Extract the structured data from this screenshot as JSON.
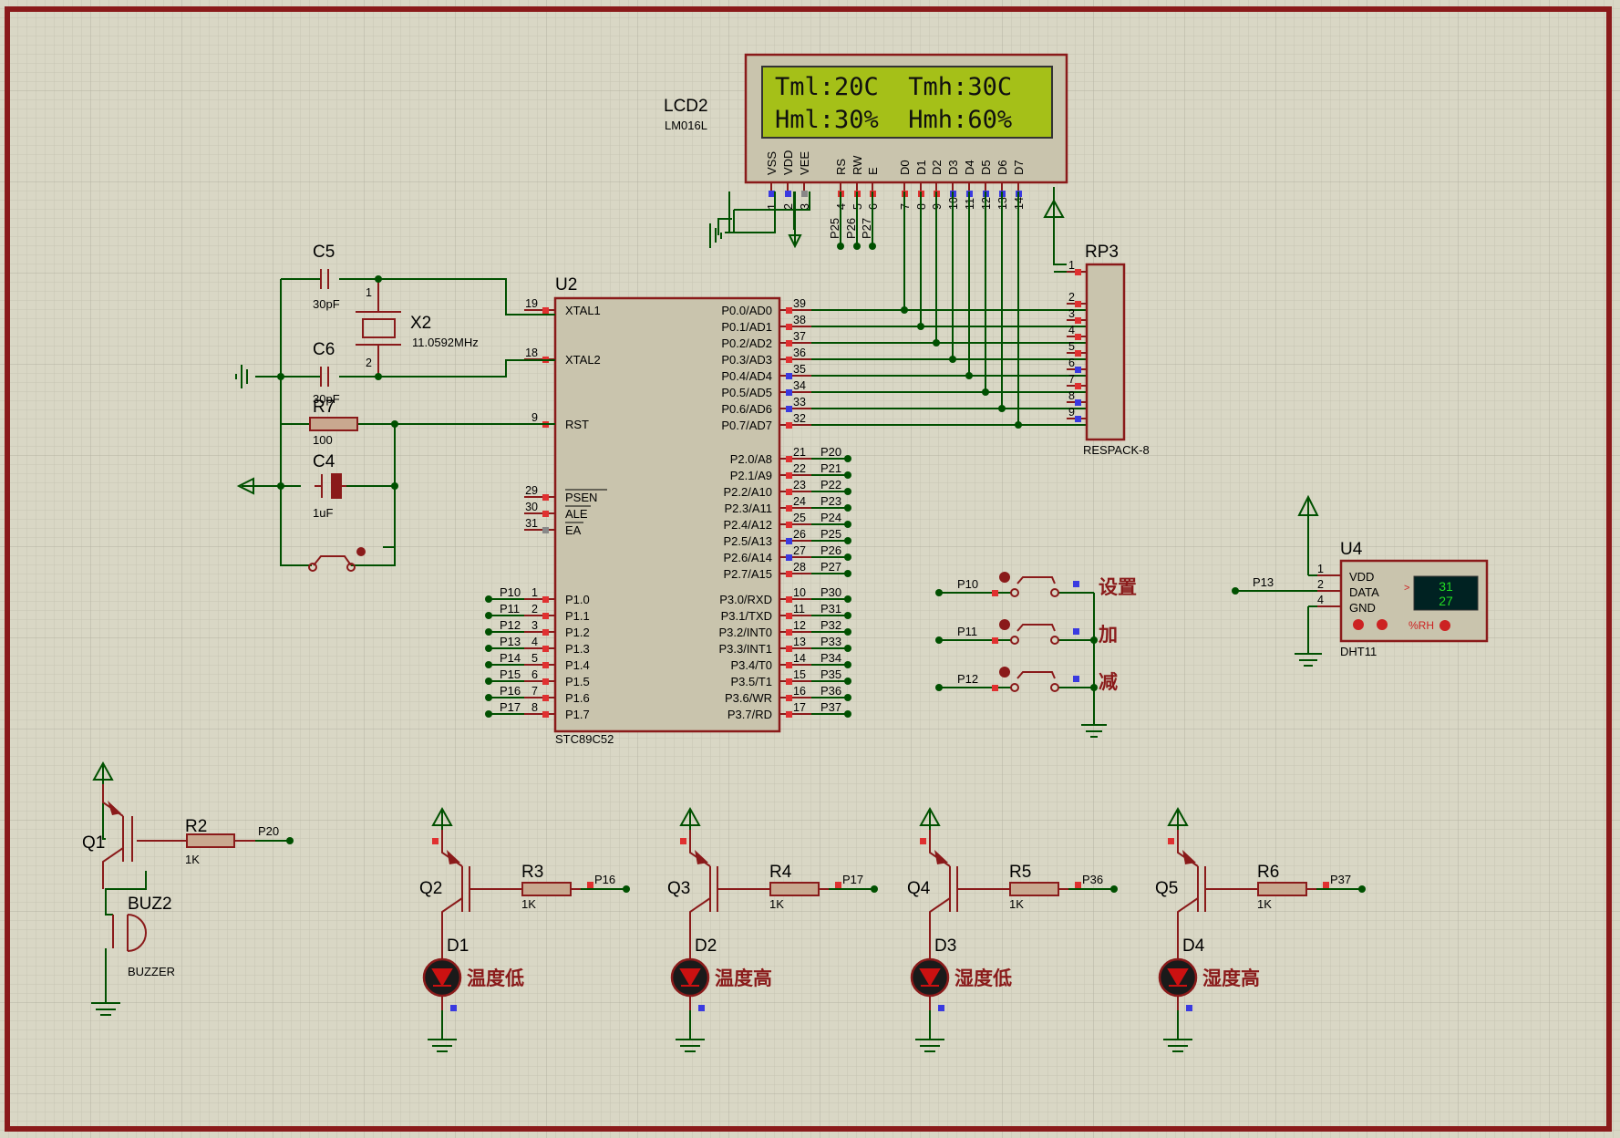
{
  "lcd": {
    "ref": "LCD2",
    "part": "LM016L",
    "line1": "Tml:20C  Tmh:30C",
    "line2": "Hml:30%  Hmh:60%",
    "pins": [
      "VSS",
      "VDD",
      "VEE",
      "RS",
      "RW",
      "E",
      "D0",
      "D1",
      "D2",
      "D3",
      "D4",
      "D5",
      "D6",
      "D7"
    ],
    "pinnums": [
      "1",
      "2",
      "3",
      "4",
      "5",
      "6",
      "7",
      "8",
      "9",
      "10",
      "11",
      "12",
      "13",
      "14"
    ],
    "nets": [
      "P25",
      "P26",
      "P27"
    ]
  },
  "mcu": {
    "ref": "U2",
    "part": "STC89C52",
    "left": [
      {
        "n": "19",
        "l": "XTAL1"
      },
      {
        "n": "18",
        "l": "XTAL2"
      },
      {
        "n": "9",
        "l": "RST"
      },
      {
        "n": "29",
        "l": "PSEN"
      },
      {
        "n": "30",
        "l": "ALE"
      },
      {
        "n": "31",
        "l": "EA"
      },
      {
        "n": "1",
        "l": "P1.0",
        "net": "P10"
      },
      {
        "n": "2",
        "l": "P1.1",
        "net": "P11"
      },
      {
        "n": "3",
        "l": "P1.2",
        "net": "P12"
      },
      {
        "n": "4",
        "l": "P1.3",
        "net": "P13"
      },
      {
        "n": "5",
        "l": "P1.4",
        "net": "P14"
      },
      {
        "n": "6",
        "l": "P1.5",
        "net": "P15"
      },
      {
        "n": "7",
        "l": "P1.6",
        "net": "P16"
      },
      {
        "n": "8",
        "l": "P1.7",
        "net": "P17"
      }
    ],
    "p0": [
      {
        "n": "39",
        "l": "P0.0/AD0"
      },
      {
        "n": "38",
        "l": "P0.1/AD1"
      },
      {
        "n": "37",
        "l": "P0.2/AD2"
      },
      {
        "n": "36",
        "l": "P0.3/AD3"
      },
      {
        "n": "35",
        "l": "P0.4/AD4"
      },
      {
        "n": "34",
        "l": "P0.5/AD5"
      },
      {
        "n": "33",
        "l": "P0.6/AD6"
      },
      {
        "n": "32",
        "l": "P0.7/AD7"
      }
    ],
    "p2": [
      {
        "n": "21",
        "l": "P2.0/A8",
        "net": "P20"
      },
      {
        "n": "22",
        "l": "P2.1/A9",
        "net": "P21"
      },
      {
        "n": "23",
        "l": "P2.2/A10",
        "net": "P22"
      },
      {
        "n": "24",
        "l": "P2.3/A11",
        "net": "P23"
      },
      {
        "n": "25",
        "l": "P2.4/A12",
        "net": "P24"
      },
      {
        "n": "26",
        "l": "P2.5/A13",
        "net": "P25"
      },
      {
        "n": "27",
        "l": "P2.6/A14",
        "net": "P26"
      },
      {
        "n": "28",
        "l": "P2.7/A15",
        "net": "P27"
      }
    ],
    "p3": [
      {
        "n": "10",
        "l": "P3.0/RXD",
        "net": "P30"
      },
      {
        "n": "11",
        "l": "P3.1/TXD",
        "net": "P31"
      },
      {
        "n": "12",
        "l": "P3.2/INT0",
        "net": "P32"
      },
      {
        "n": "13",
        "l": "P3.3/INT1",
        "net": "P33"
      },
      {
        "n": "14",
        "l": "P3.4/T0",
        "net": "P34"
      },
      {
        "n": "15",
        "l": "P3.5/T1",
        "net": "P35"
      },
      {
        "n": "16",
        "l": "P3.6/WR",
        "net": "P36"
      },
      {
        "n": "17",
        "l": "P3.7/RD",
        "net": "P37"
      }
    ]
  },
  "rp3": {
    "ref": "RP3",
    "part": "RESPACK-8",
    "pins": [
      "1",
      "2",
      "3",
      "4",
      "5",
      "6",
      "7",
      "8",
      "9"
    ]
  },
  "crystal": {
    "ref": "X2",
    "value": "11.0592MHz",
    "pins": [
      "1",
      "2"
    ]
  },
  "c5": {
    "ref": "C5",
    "value": "30pF"
  },
  "c6": {
    "ref": "C6",
    "value": "30pF"
  },
  "r7": {
    "ref": "R7",
    "value": "100"
  },
  "c4": {
    "ref": "C4",
    "value": "1uF"
  },
  "buttons": [
    {
      "net": "P10",
      "label": "设置"
    },
    {
      "net": "P11",
      "label": "加"
    },
    {
      "net": "P12",
      "label": "减"
    }
  ],
  "dht": {
    "ref": "U4",
    "part": "DHT11",
    "net": "P13",
    "pins": [
      "1",
      "2",
      "4"
    ],
    "pinlabels": [
      "VDD",
      "DATA",
      "GND"
    ],
    "reading1": "31",
    "reading2": "27",
    "unit": "%RH"
  },
  "buzzer": {
    "q": "Q1",
    "r": "R2",
    "rval": "1K",
    "net": "P20",
    "ref": "BUZ2",
    "part": "BUZZER"
  },
  "drivers": [
    {
      "q": "Q2",
      "r": "R3",
      "rval": "1K",
      "net": "P16",
      "d": "D1",
      "label": "温度低"
    },
    {
      "q": "Q3",
      "r": "R4",
      "rval": "1K",
      "net": "P17",
      "d": "D2",
      "label": "温度高"
    },
    {
      "q": "Q4",
      "r": "R5",
      "rval": "1K",
      "net": "P36",
      "d": "D3",
      "label": "湿度低"
    },
    {
      "q": "Q5",
      "r": "R6",
      "rval": "1K",
      "net": "P37",
      "d": "D4",
      "label": "湿度高"
    }
  ],
  "colors": {
    "wire": "#005000",
    "component": "#8a1a1a",
    "body": "#c9c4ad",
    "lcd_screen": "#a5c018",
    "background": "#d9d7c5"
  }
}
